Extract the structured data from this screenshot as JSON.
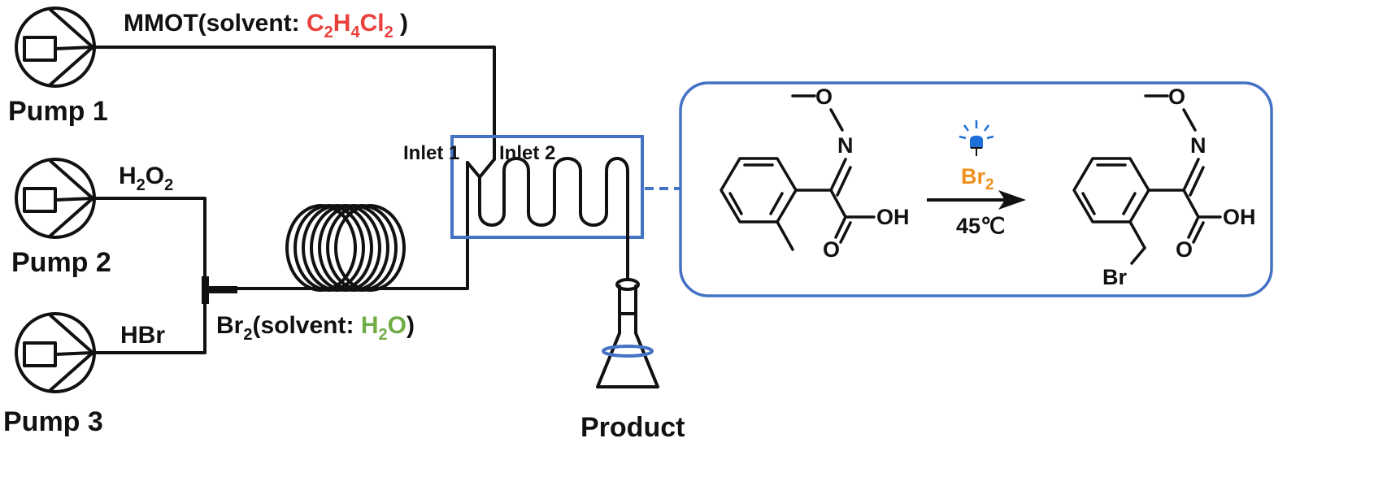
{
  "pumps": [
    {
      "label": "Pump 1"
    },
    {
      "label": "Pump 2"
    },
    {
      "label": "Pump 3"
    }
  ],
  "feeds": {
    "mmot": {
      "main": "MMOT(solvent: ",
      "formula": [
        "C",
        "2",
        "H",
        "4",
        "Cl",
        "2"
      ],
      "close": " )"
    },
    "h2o2": [
      "H",
      "2",
      "O",
      "2"
    ],
    "hbr": "HBr",
    "br2": {
      "prefix": [
        "Br",
        "2"
      ],
      "main": "(solvent: ",
      "formula": [
        "H",
        "2",
        "O"
      ],
      "close": ")"
    }
  },
  "reactor": {
    "inlet1": "Inlet 1",
    "inlet2": "Inlet 2"
  },
  "product": "Product",
  "reaction": {
    "reagent": [
      "Br",
      "2"
    ],
    "temperature": "45℃",
    "reactant_labels": {
      "n": "N",
      "o_top": "O",
      "o_carbonyl": "O",
      "oh": "OH"
    },
    "product_labels": {
      "n": "N",
      "o_top": "O",
      "o_carbonyl": "O",
      "oh": "OH",
      "br": "Br"
    }
  },
  "colors": {
    "line": "#111111",
    "frame_blue": "#4472c4",
    "solvent_red": "#e8413c",
    "solvent_green": "#70ad47",
    "reagent_orange": "#f0901c",
    "lamp_blue": "#1e6fd9"
  }
}
